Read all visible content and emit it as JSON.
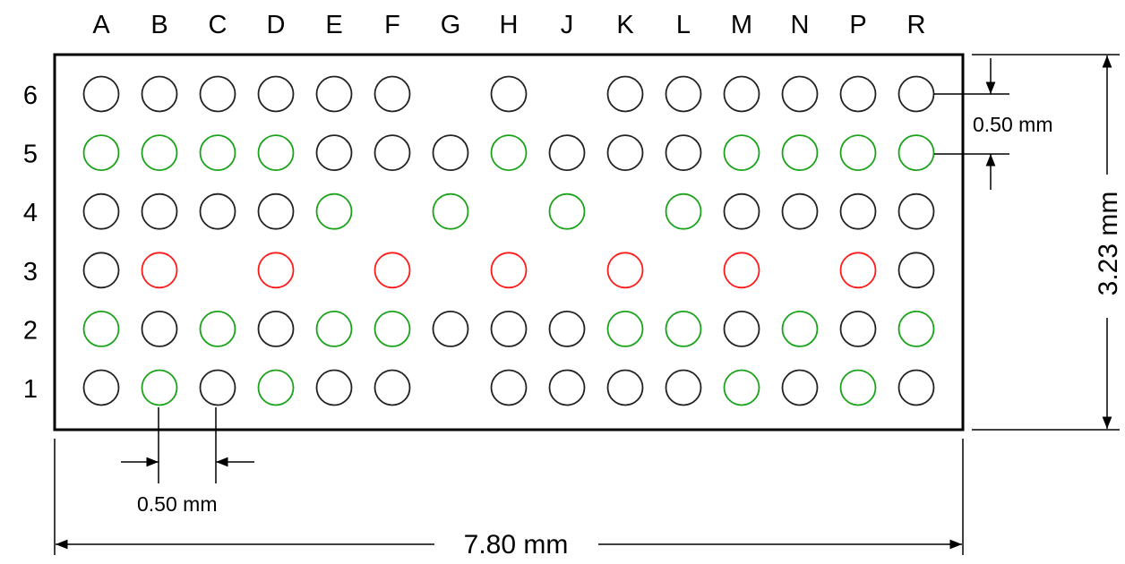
{
  "columns": [
    "A",
    "B",
    "C",
    "D",
    "E",
    "F",
    "G",
    "H",
    "J",
    "K",
    "L",
    "M",
    "N",
    "P",
    "R"
  ],
  "rows": [
    "6",
    "5",
    "4",
    "3",
    "2",
    "1"
  ],
  "ball_colors": {
    "k": "#222222",
    "g": "#1aa31a",
    "r": "#ff1a1a"
  },
  "ball_map": [
    "kkkkkk-k-kkkkkk",
    "ggggkkkgkkkgggg",
    "kkkkg-g-g-gkkkk",
    "kr-r-r-r-r-r-rk",
    "gkgkggkkkggkgkg",
    "kgkgkk-kkkkgkgk"
  ],
  "dimensions": {
    "pitch_vertical": "0.50 mm",
    "pitch_horizontal": "0.50 mm",
    "height": "3.23 mm",
    "width": "7.80 mm"
  }
}
